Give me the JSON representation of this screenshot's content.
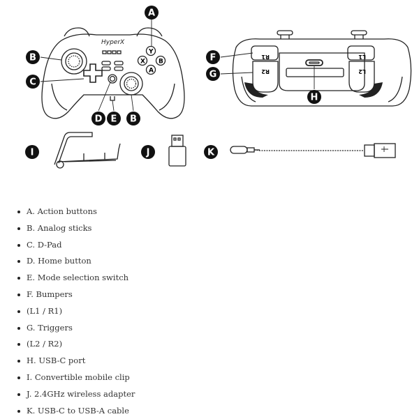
{
  "controller_front": {
    "brand": "HyperX",
    "button_y": "Y",
    "button_x": "X",
    "button_b": "B",
    "button_a": "A"
  },
  "controller_back": {
    "bumper_right": "R1",
    "bumper_left": "L1",
    "trigger_right": "R2",
    "trigger_left": "L2"
  },
  "callouts": {
    "a": "A",
    "b_left": "B",
    "b_bottom": "B",
    "c": "C",
    "d": "D",
    "e": "E",
    "f": "F",
    "g": "G",
    "h": "H",
    "i": "I",
    "j": "J",
    "k": "K"
  },
  "colors": {
    "callout_fill": "#111111",
    "line": "#222222",
    "text": "#333333"
  },
  "parts_list": [
    "A. Action buttons",
    "B. Analog sticks",
    "C. D-Pad",
    "D. Home button",
    "E. Mode selection switch",
    "F. Bumpers",
    "(L1 / R1)",
    "G. Triggers",
    "(L2 / R2)",
    "H. USB-C port",
    "I. Convertible mobile clip",
    "J. 2.4GHz wireless adapter",
    "K. USB-C to USB-A cable"
  ]
}
